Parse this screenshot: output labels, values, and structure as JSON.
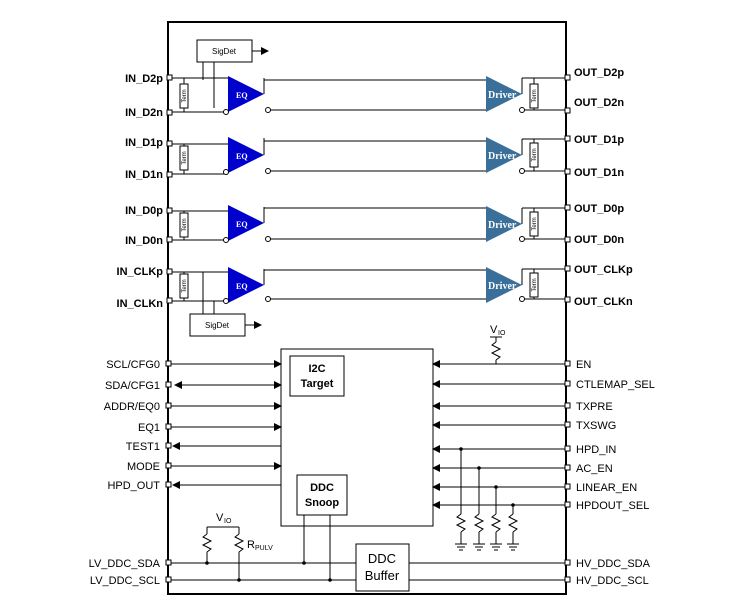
{
  "inputs": {
    "d2p": "IN_D2p",
    "d2n": "IN_D2n",
    "d1p": "IN_D1p",
    "d1n": "IN_D1n",
    "d0p": "IN_D0p",
    "d0n": "IN_D0n",
    "clkp": "IN_CLKp",
    "clkn": "IN_CLKn"
  },
  "outputs": {
    "d2p": "OUT_D2p",
    "d2n": "OUT_D2n",
    "d1p": "OUT_D1p",
    "d1n": "OUT_D1n",
    "d0p": "OUT_D0p",
    "d0n": "OUT_D0n",
    "clkp": "OUT_CLKp",
    "clkn": "OUT_CLKn"
  },
  "blocks": {
    "sigdet": "SigDet",
    "eq": "EQ",
    "driver": "Driver",
    "term": "Term",
    "i2c_line1": "I2C",
    "i2c_line2": "Target",
    "snoop_line1": "DDC",
    "snoop_line2": "Snoop",
    "buffer_line1": "DDC",
    "buffer_line2": "Buffer"
  },
  "left_pins": [
    "SCL/CFG0",
    "SDA/CFG1",
    "ADDR/EQ0",
    "EQ1",
    "TEST1",
    "MODE",
    "HPD_OUT"
  ],
  "right_pins": [
    "EN",
    "CTLEMAP_SEL",
    "TXPRE",
    "TXSWG",
    "HPD_IN",
    "AC_EN",
    "LINEAR_EN",
    "HPDOUT_SEL"
  ],
  "ddc": {
    "lv_sda": "LV_DDC_SDA",
    "lv_scl": "LV_DDC_SCL",
    "hv_sda": "HV_DDC_SDA",
    "hv_scl": "HV_DDC_SCL"
  },
  "supply": {
    "vio_main": "V",
    "vio_sub": "IO",
    "rpulv_main": "R",
    "rpulv_sub": "PULV"
  },
  "colors": {
    "eq_fill": "#0000cc",
    "driver_fill": "#3a6f9a",
    "line": "#000000"
  }
}
